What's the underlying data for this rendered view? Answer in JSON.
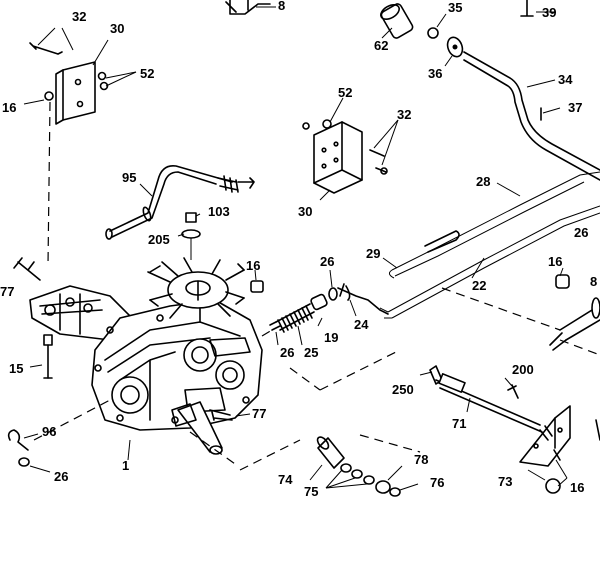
{
  "labels": {
    "p32a": "32",
    "p30a": "30",
    "p52a": "52",
    "p16a": "16",
    "p8": "8",
    "p35": "35",
    "p39": "39",
    "p62": "62",
    "p36": "36",
    "p34": "34",
    "p37": "37",
    "p52b": "52",
    "p32b": "32",
    "p30b": "30",
    "p28": "28",
    "p26a": "26",
    "p95": "95",
    "p103": "103",
    "p205": "205",
    "p29": "29",
    "p22": "22",
    "p16b": "16",
    "p26b": "26",
    "p16c": "16",
    "p8b": "8",
    "p77a": "77",
    "p15": "15",
    "p26c": "26",
    "p19": "19",
    "p24": "24",
    "p25": "25",
    "p200": "200",
    "p250": "250",
    "p71": "71",
    "p77b": "77",
    "p96": "96",
    "p26d": "26",
    "p1": "1",
    "p78": "78",
    "p74": "74",
    "p75": "75",
    "p76": "76",
    "p73": "73",
    "p16d": "16"
  }
}
